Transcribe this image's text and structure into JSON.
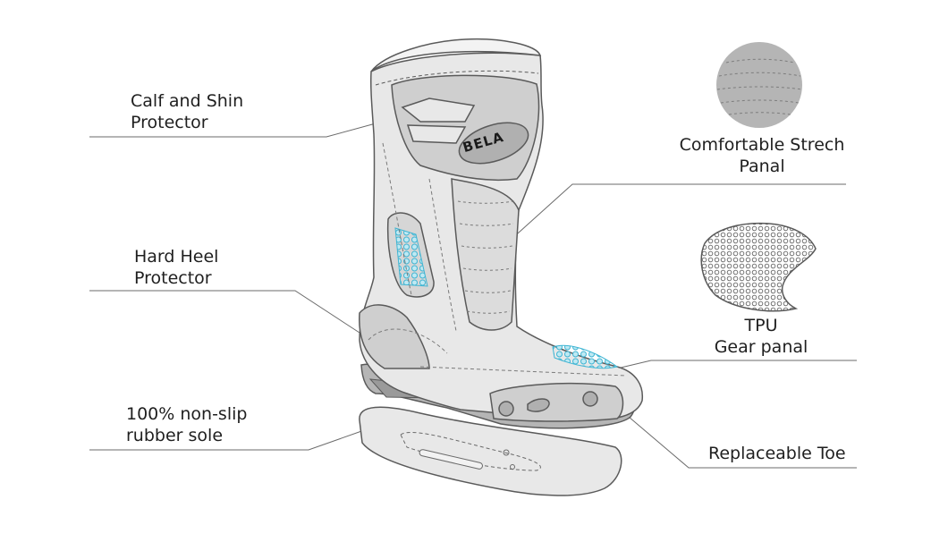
{
  "brand": {
    "logo_text": "BELA"
  },
  "callouts": {
    "calf_shin": {
      "line1": "Calf and Shin",
      "line2": "Protector"
    },
    "hard_heel": {
      "line1": "Hard Heel",
      "line2": "Protector"
    },
    "sole": {
      "line1": "100% non-slip",
      "line2": "rubber sole"
    },
    "stretch": {
      "line1": "Comfortable Strech",
      "line2": "Panal"
    },
    "tpu": {
      "line1": "TPU",
      "line2": "Gear panal"
    },
    "toe": {
      "line1": "Replaceable Toe"
    }
  },
  "colors": {
    "boot_fill": "#e8e8e8",
    "boot_stroke": "#5a5a5a",
    "accent_blue": "#4fc6e0",
    "leader_line": "#6b6b6b",
    "swatch": "#b5b5b5"
  }
}
